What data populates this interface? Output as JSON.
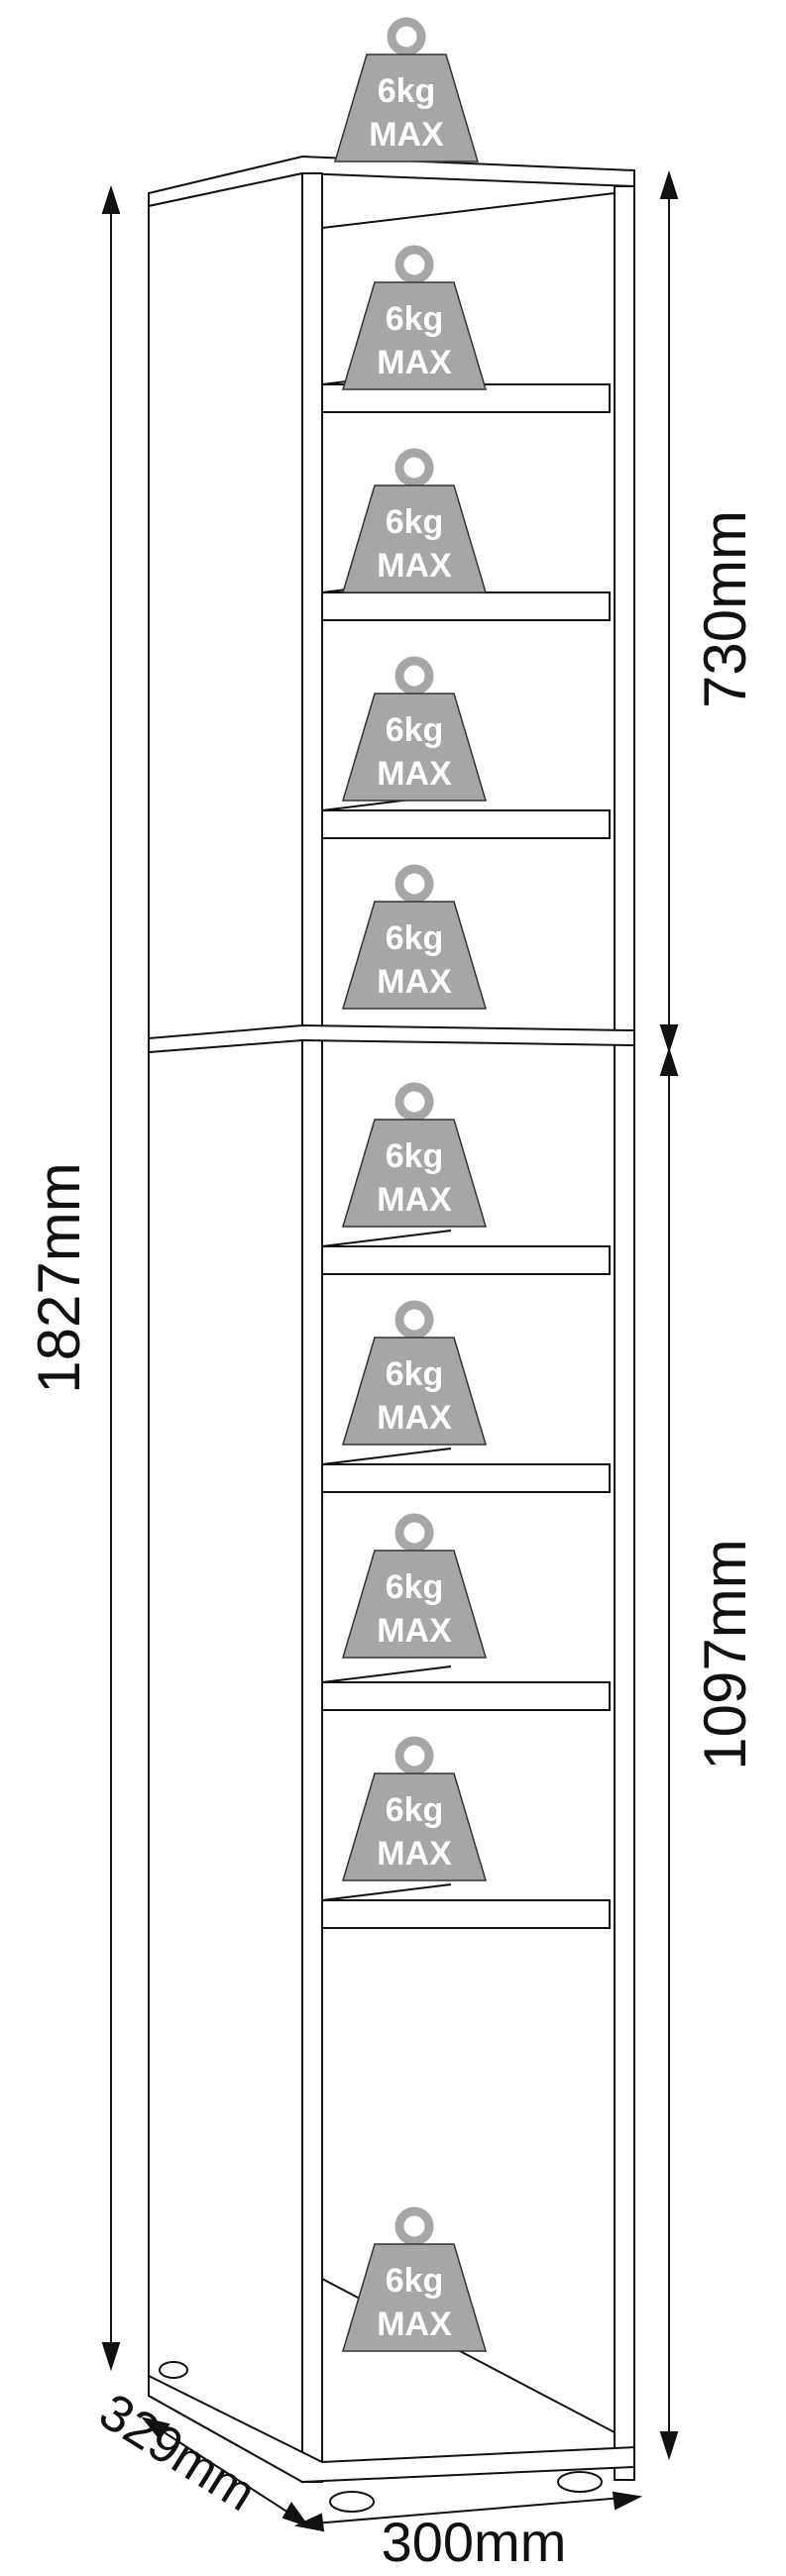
{
  "dimensions": {
    "total_height": "1827mm",
    "upper_height": "730mm",
    "lower_height": "1097mm",
    "depth": "329mm",
    "width": "300mm"
  },
  "weight_badge": {
    "line1": "6kg",
    "line2": "MAX",
    "count": 10,
    "fill_color": "#a6a6a6",
    "text_color": "#ffffff"
  },
  "colors": {
    "outline": "#111111",
    "background": "#ffffff"
  }
}
